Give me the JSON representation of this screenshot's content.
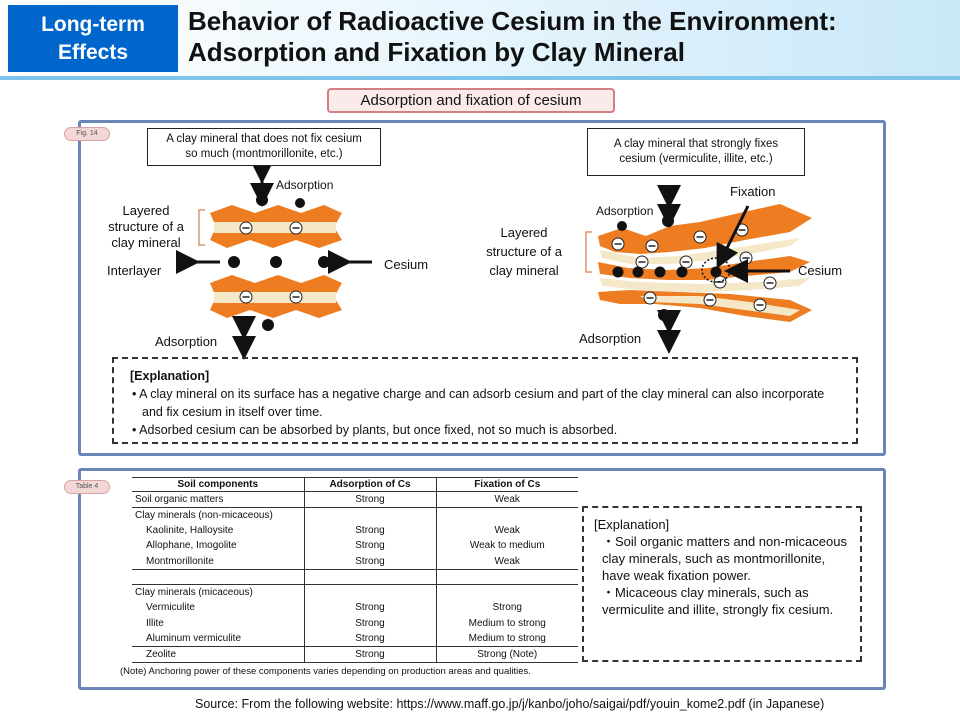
{
  "header": {
    "badge_line1": "Long-term",
    "badge_line2": "Effects",
    "title_line1": "Behavior of Radioactive Cesium in the Environment:",
    "title_line2": "Adsorption and Fixation by Clay Mineral"
  },
  "pill": "Adsorption and fixation of cesium",
  "figure": {
    "tag": "Fig. 14",
    "left_box": [
      "A clay mineral that does not fix cesium",
      "so much (montmorillonite, etc.)"
    ],
    "right_box": [
      "A clay mineral that strongly fixes",
      "cesium (vermiculite, illite, etc.)"
    ],
    "left_labels": {
      "adsorption_top": "Adsorption",
      "layered": [
        "Layered",
        "structure of a",
        "clay mineral"
      ],
      "interlayer": "Interlayer",
      "cesium": "Cesium",
      "adsorption_bottom": "Adsorption"
    },
    "right_labels": {
      "fixation": "Fixation",
      "adsorption_top": "Adsorption",
      "layered": [
        "Layered",
        "structure of a",
        "clay mineral"
      ],
      "cesium": "Cesium",
      "adsorption_bottom": "Adsorption"
    },
    "explanation": {
      "heading": "[Explanation]",
      "items": [
        "• A clay mineral on its surface has a negative charge and can adsorb cesium and part of the clay mineral can also incorporate and fix cesium in itself over time.",
        "• Adsorbed cesium can be absorbed by plants, but once fixed, not so much is absorbed."
      ]
    },
    "colors": {
      "layer_orange": "#ee7d22",
      "layer_cream": "#f4e8c8",
      "panel_border": "#6a86b8"
    }
  },
  "table": {
    "tag": "Table 4",
    "headers": [
      "Soil components",
      "Adsorption of Cs",
      "Fixation of Cs"
    ],
    "rows": {
      "r1": [
        "Soil organic matters",
        "Strong",
        "Weak"
      ],
      "r2": [
        "Clay minerals (non-micaceous)",
        "",
        ""
      ],
      "r3": [
        "Kaolinite, Halloysite",
        "Strong",
        "Weak"
      ],
      "r4": [
        "Allophane, Imogolite",
        "Strong",
        "Weak to medium"
      ],
      "r5": [
        "Montmorillonite",
        "Strong",
        "Weak"
      ],
      "r6": [
        "Clay minerals (micaceous)",
        "",
        ""
      ],
      "r7": [
        "Vermiculite",
        "Strong",
        "Strong"
      ],
      "r8": [
        "Illite",
        "Strong",
        "Medium to strong"
      ],
      "r9": [
        "Aluminum vermiculite",
        "Strong",
        "Medium to strong"
      ],
      "r10": [
        "Zeolite",
        "Strong",
        "Strong (Note)"
      ]
    },
    "note": "(Note) Anchoring power of these components varies depending on production areas and qualities.",
    "explanation": {
      "heading": "[Explanation]",
      "items": [
        "・Soil organic matters and non-micaceous clay minerals, such as montmorillonite, have weak fixation power.",
        "・Micaceous clay minerals, such as vermiculite and illite, strongly fix cesium."
      ]
    }
  },
  "source": "Source: From the following website: https://www.maff.go.jp/j/kanbo/joho/saigai/pdf/youin_kome2.pdf (in Japanese)"
}
